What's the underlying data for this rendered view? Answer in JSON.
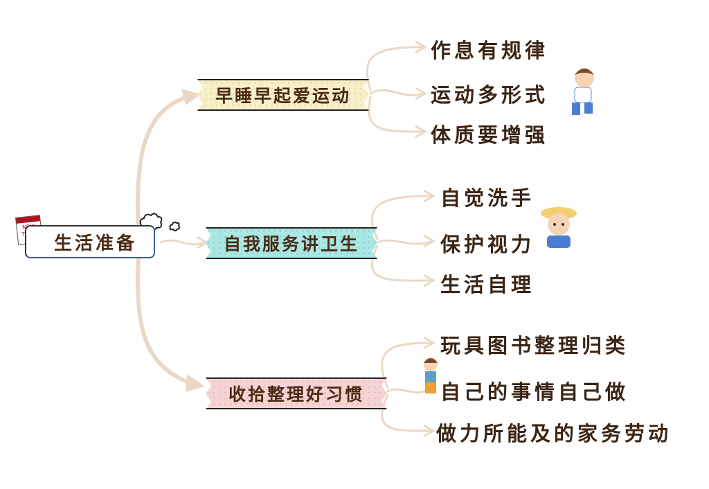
{
  "root": {
    "label": "生活准备",
    "badge": "NEW TERM"
  },
  "branches": [
    {
      "label": "早睡早起爱运动",
      "color": "#f8efc9",
      "children": [
        "作息有规律",
        "运动多形式",
        "体质要增强"
      ]
    },
    {
      "label": "自我服务讲卫生",
      "color": "#a9e8e4",
      "children": [
        "自觉洗手",
        "保护视力",
        "生活自理"
      ]
    },
    {
      "label": "收拾整理好习惯",
      "color": "#f7d4d4",
      "children": [
        "玩具图书整理归类",
        "自己的事情自己做",
        "做力所能及的家务劳动"
      ]
    }
  ],
  "colors": {
    "connector": "#ead7c6",
    "text": "#4a2a14"
  }
}
